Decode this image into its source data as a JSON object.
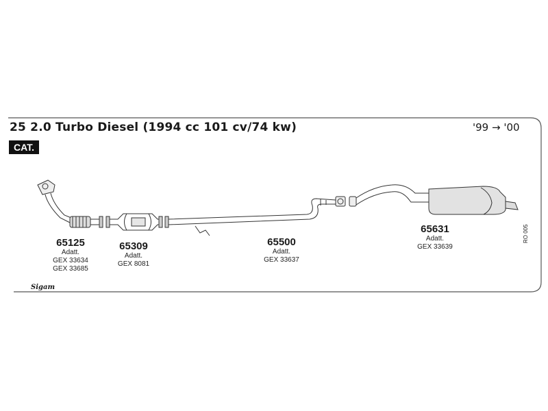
{
  "header": {
    "title": "25 2.0 Turbo Diesel (1994 cc 101 cv/74 kw)",
    "years": "'99 → '00",
    "badge": "CAT."
  },
  "parts": [
    {
      "code": "65125",
      "lines": [
        "Adatt.",
        "GEX 33634",
        "GEX 33685"
      ]
    },
    {
      "code": "65309",
      "lines": [
        "Adatt.",
        "GEX 8081"
      ]
    },
    {
      "code": "65500",
      "lines": [
        "Adatt.",
        "GEX 33637"
      ]
    },
    {
      "code": "65631",
      "lines": [
        "Adatt.",
        "GEX 33639"
      ]
    }
  ],
  "footer": {
    "ref_code": "RO 005",
    "brand": "Sigam"
  }
}
